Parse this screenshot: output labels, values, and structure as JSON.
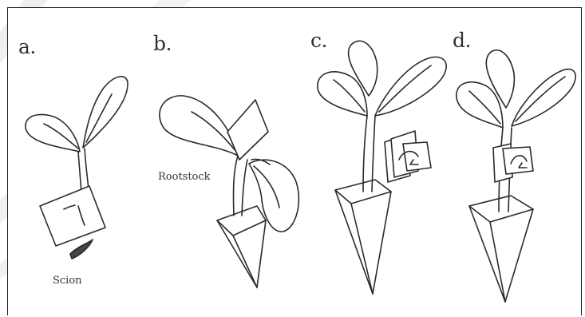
{
  "panels": {
    "a": {
      "label": "a.",
      "part": "Scion"
    },
    "b": {
      "label": "b.",
      "part": "Rootstock"
    },
    "c": {
      "label": "c."
    },
    "d": {
      "label": "d."
    }
  },
  "colors": {
    "line": "#2a2a2a",
    "background": "#ffffff",
    "watermark": "#ececec"
  }
}
